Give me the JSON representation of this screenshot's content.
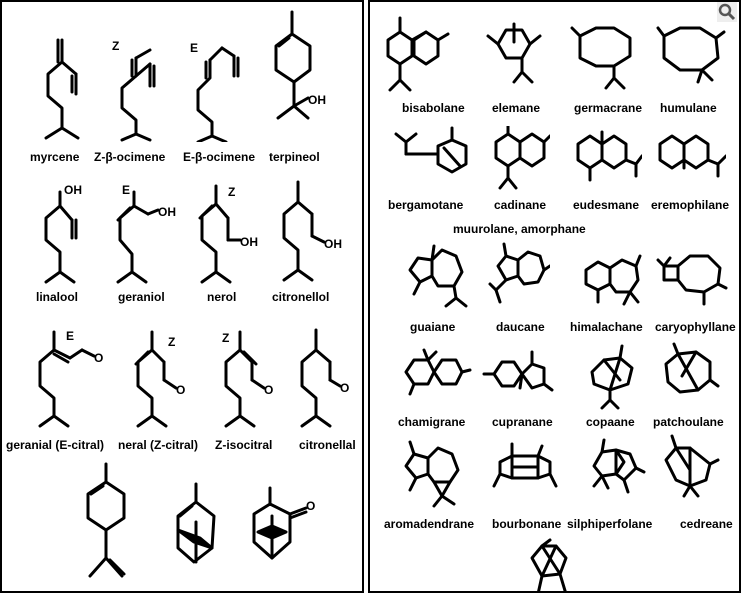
{
  "monoterpenes": {
    "row1": [
      "myrcene",
      "Z-β-ocimene",
      "E-β-ocimene",
      "terpineol"
    ],
    "row2": [
      "linalool",
      "geraniol",
      "nerol",
      "citronellol"
    ],
    "row3": [
      "geranial (E-citral)",
      "neral (Z-citral)",
      "Z-isocitral",
      "citronellal"
    ]
  },
  "sesquiterpenes": {
    "row1": [
      "bisabolane",
      "elemane",
      "germacrane",
      "humulane"
    ],
    "row2": [
      "bergamotane",
      "cadinane",
      "eudesmane",
      "eremophilane"
    ],
    "row2_extra": "muurolane, amorphane",
    "row3": [
      "guaiane",
      "daucane",
      "himalachane",
      "caryophyllane"
    ],
    "row4": [
      "chamigrane",
      "cupranane",
      "copaane",
      "patchoulane"
    ],
    "row5": [
      "aromadendrane",
      "bourbonane",
      "silphiperfolane",
      "cedreane"
    ]
  },
  "structure_marks": {
    "Z": "Z",
    "E": "E",
    "OH": "OH",
    "O": "O"
  },
  "icons": {
    "zoom": "magnifier-icon"
  }
}
